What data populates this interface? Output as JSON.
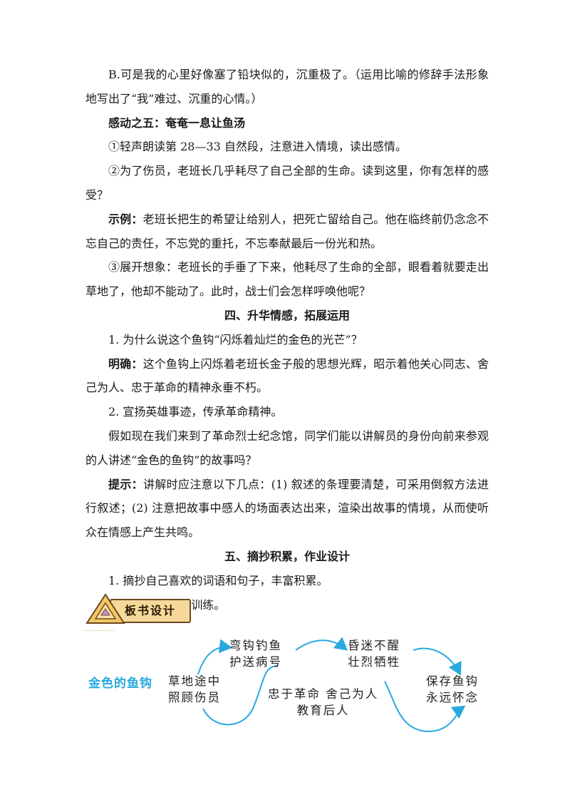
{
  "paragraphs": {
    "p1": "B.可是我的心里好像塞了铅块似的，沉重极了。（运用比喻的修辞手法形象地写出了“我”难过、沉重的心情。）",
    "h1": "感动之五：奄奄一息让鱼汤",
    "p2": "①轻声朗读第 28—33 自然段，注意进入情境，读出感情。",
    "p3": "②为了伤员，老班长几乎耗尽了自己全部的生命。读到这里，你有怎样的感受？",
    "p4_label": "示例：",
    "p4": "老班长把生的希望让给别人，把死亡留给自己。他在临终前仍念念不忘自己的责任，不忘党的重托，不忘奉献最后一份光和热。",
    "p5": "③展开想象：老班长的手垂了下来，他耗尽了生命的全部，眼看着就要走出草地了，他却不能动了。此时，战士们会怎样呼唤他呢？",
    "h2": "四、升华情感，拓展运用",
    "p6": "1. 为什么说这个鱼钩“闪烁着灿烂的金色的光芒”？",
    "p7_label": "明确：",
    "p7": "这个鱼钩上闪烁着老班长金子般的思想光辉，昭示着他关心同志、舍己为人、忠于革命的精神永垂不朽。",
    "p8": "2. 宣扬英雄事迹，传承革命精神。",
    "p9": "假如现在我们来到了革命烈士纪念馆，同学们能以讲解员的身份向前来参观的人讲述“金色的鱼钩”的故事吗？",
    "p10_label": "提示：",
    "p10": "讲解时应注意以下几点：(1) 叙述的条理要清楚，可采用倒叙方法进行叙述；(2) 注意把故事中感人的场面表达出来，渲染出故事的情境，从而使听众在情感上产生共鸣。",
    "h3": "五、摘抄积累，作业设计",
    "p11": "1. 摘抄自己喜欢的词语和句子，丰富积累。",
    "p12": "2. 完成本课对应训练。"
  },
  "banner": {
    "label": "板书设计"
  },
  "board": {
    "title": "金色的鱼钩",
    "n1_l1": "草地途中",
    "n1_l2": "照顾伤员",
    "n2_l1": "弯钩钓鱼",
    "n2_l2": "护送病号",
    "n3_l1": "忠于革命 舍己为人",
    "n3_l2": "教育后人",
    "n4_l1": "昏迷不醒",
    "n4_l2": "壮烈牺牲",
    "n5_l1": "保存鱼钩",
    "n5_l2": "永远怀念"
  },
  "colors": {
    "arrow": "#2aa9df",
    "title": "#2aa9df",
    "banner_fill": "#f6d99a"
  }
}
